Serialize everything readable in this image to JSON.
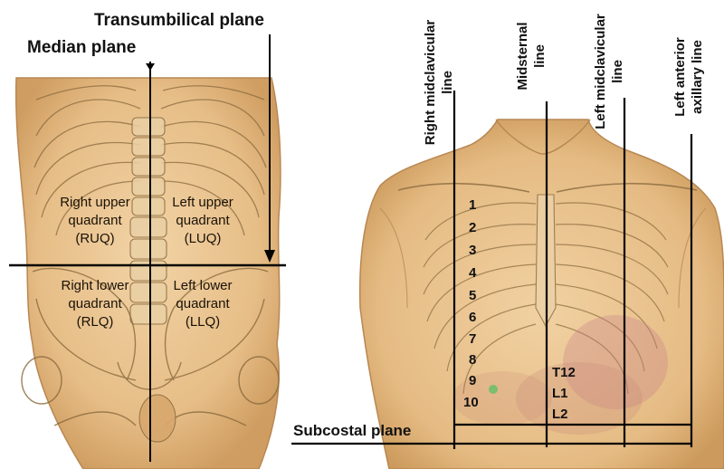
{
  "left_figure": {
    "transumbilical_label": "Transumbilical plane",
    "median_label": "Median plane",
    "quadrants": {
      "ruq": [
        "Right upper",
        "quadrant",
        "(RUQ)"
      ],
      "luq": [
        "Left upper",
        "quadrant",
        "(LUQ)"
      ],
      "rlq": [
        "Right lower",
        "quadrant",
        "(RLQ)"
      ],
      "llq": [
        "Left lower",
        "quadrant",
        "(LLQ)"
      ]
    }
  },
  "right_figure": {
    "line_labels": {
      "right_midclavicular": [
        "Right midclavicular",
        "line"
      ],
      "midsternal": [
        "Midsternal",
        "line"
      ],
      "left_midclavicular": [
        "Left midclavicular",
        "line"
      ],
      "left_anterior_axillary": [
        "Left anterior",
        "axillary line"
      ]
    },
    "rib_numbers": [
      "1",
      "2",
      "3",
      "4",
      "5",
      "6",
      "7",
      "8",
      "9",
      "10"
    ],
    "vertebrae": [
      "T12",
      "L1",
      "L2"
    ],
    "subcostal_label": "Subcostal plane"
  },
  "colors": {
    "skin": "#e9c48f",
    "skin_shadow": "#c99a5e",
    "bone_line": "#8a6a3e",
    "line": "#000000"
  }
}
